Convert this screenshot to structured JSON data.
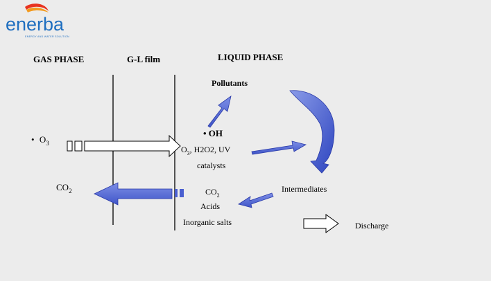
{
  "logo": {
    "word": "enerba",
    "tagline": "ENERGY AND WATER SOLUTION",
    "colors": {
      "word": "#1f6fc0",
      "swirl_red": "#e8331f",
      "swirl_orange": "#f39a1e",
      "tagline": "#1f6fc0"
    }
  },
  "headers": {
    "gas_phase": "GAS PHASE",
    "gl_film": "G-L film",
    "liquid_phase": "LIQUID PHASE"
  },
  "labels": {
    "o3_gas": {
      "bullet": "•",
      "base": "O",
      "sub": "3"
    },
    "co2_gas": {
      "base": "CO",
      "sub": "2"
    },
    "pollutants": "Pollutants",
    "oh": "• OH",
    "oxidants_line1": {
      "base": "O",
      "sub": "3",
      "rest": ", H2O2, UV"
    },
    "oxidants_line2": "catalysts",
    "co2_liquid": {
      "base": "CO",
      "sub": "2"
    },
    "acids": "Acids",
    "inorganic_salts": "Inorganic salts",
    "intermediates": "Intermediates",
    "discharge": "Discharge"
  },
  "colors": {
    "background": "#ececec",
    "arrow_blue": "#5b6fd6",
    "arrow_blue_dark": "#3348b8",
    "line": "#000000"
  }
}
